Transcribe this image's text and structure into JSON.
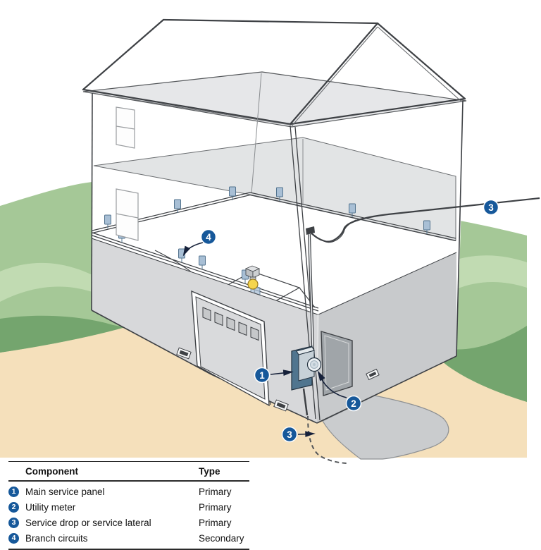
{
  "diagram": {
    "badges": [
      {
        "number": "1"
      },
      {
        "number": "2"
      },
      {
        "number": "3"
      },
      {
        "number": "3"
      },
      {
        "number": "4"
      }
    ]
  },
  "legend_table": {
    "headers": {
      "component": "Component",
      "type": "Type"
    },
    "rows": [
      {
        "number": "1",
        "component": "Main service panel",
        "type": "Primary"
      },
      {
        "number": "2",
        "component": "Utility meter",
        "type": "Primary"
      },
      {
        "number": "3",
        "component": "Service drop or service lateral",
        "type": "Primary"
      },
      {
        "number": "4",
        "component": "Branch circuits",
        "type": "Secondary"
      }
    ]
  },
  "colors": {
    "callout_blue": "#16589a",
    "ground_tan": "#f5e0bb",
    "hill_green": "#a5c897",
    "hill_green_light": "#c6deb6",
    "hill_green_dark": "#74a56e",
    "driveway_gray": "#caccce",
    "outlet_blue": "#a8bfd5",
    "panel_blue": "#50758f",
    "bulb_yellow": "#f5d54e",
    "line_gray": "#3e4145"
  }
}
